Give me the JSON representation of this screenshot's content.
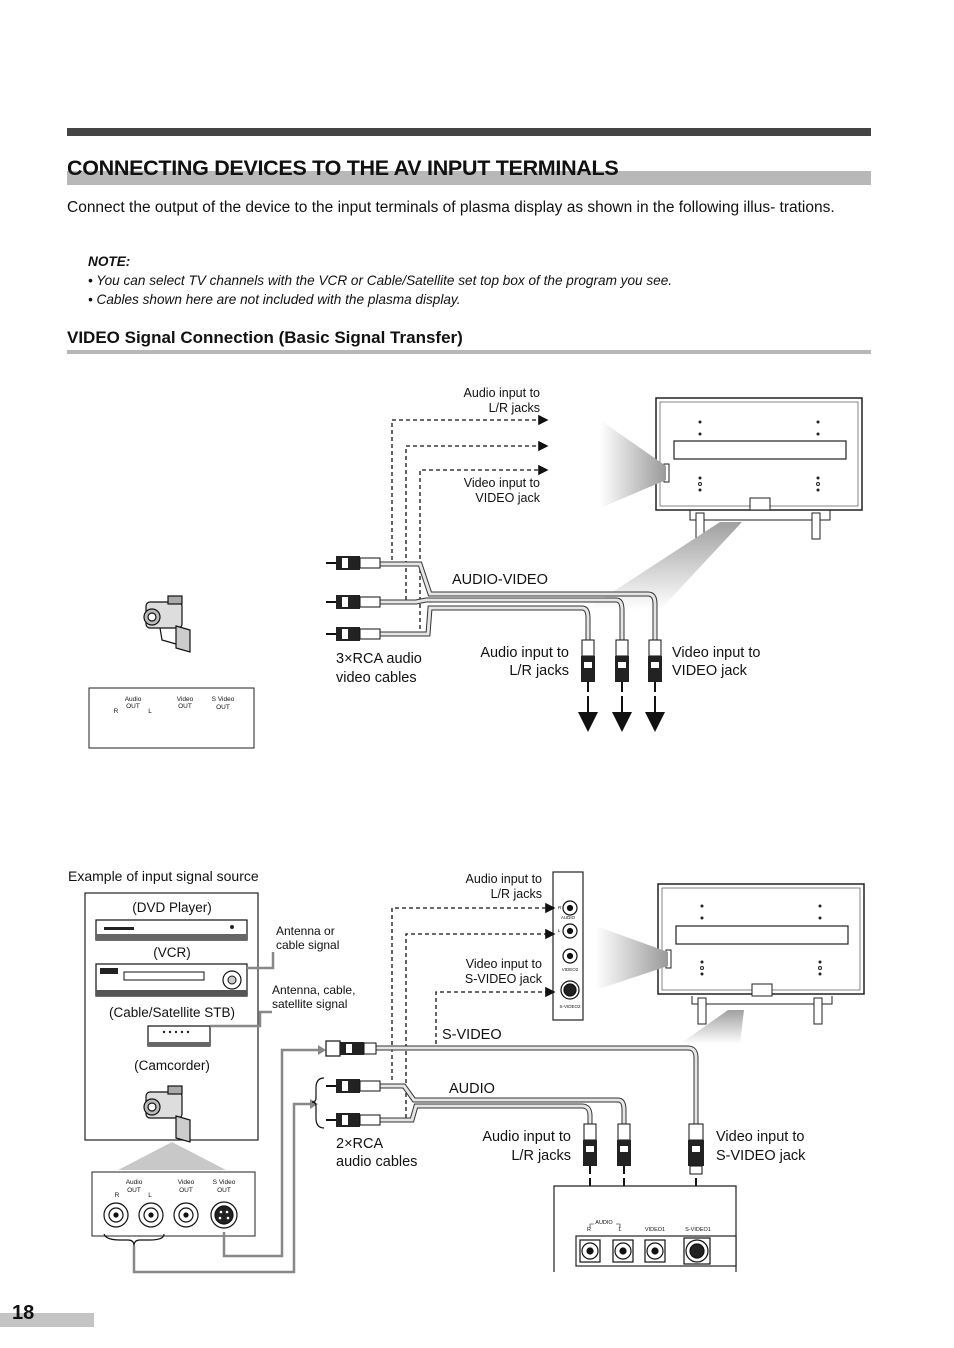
{
  "page": {
    "title": "CONNECTING DEVICES TO THE AV INPUT TERMINALS",
    "intro": "Connect the output of the device to the input terminals of plasma display as shown in the following illus- trations.",
    "note_heading": "NOTE:",
    "notes": [
      "• You can select TV channels with the VCR or Cable/Satellite set top box of the program you see.",
      "• Cables shown here are not included with the plasma display."
    ],
    "section_title": "VIDEO Signal Connection (Basic Signal Transfer)",
    "page_number": "18"
  },
  "diagram1": {
    "label_audio_input_top": [
      "Audio input to",
      "L/R jacks"
    ],
    "label_video_input_top": [
      "Video input to",
      "VIDEO jack"
    ],
    "label_audio_video": "AUDIO-VIDEO",
    "label_cables": [
      "3×RCA audio",
      "video cables"
    ],
    "label_audio_input": [
      "Audio input to",
      "L/R jacks"
    ],
    "label_video_input": [
      "Video input to",
      "VIDEO jack"
    ],
    "panel": {
      "audio": "Audio",
      "audio_out": "OUT",
      "r": "R",
      "l": "L",
      "video": "Video",
      "video_out": "OUT",
      "svideo": "S Video",
      "svideo_out": "OUT"
    }
  },
  "diagram2": {
    "label_example": "Example of input signal source",
    "label_dvd": "(DVD Player)",
    "label_vcr": "(VCR)",
    "label_stb": "(Cable/Satellite STB)",
    "label_camcorder": "(Camcorder)",
    "label_antenna": [
      "Antenna or",
      "cable signal"
    ],
    "label_antenna_cable": [
      "Antenna, cable,",
      "satellite signal"
    ],
    "label_audio_input_top": [
      "Audio input to",
      "L/R jacks"
    ],
    "label_svideo_input_top": [
      "Video input to",
      "S-VIDEO jack"
    ],
    "label_svideo": "S-VIDEO",
    "label_audio": "AUDIO",
    "label_cables": [
      "2×RCA",
      "audio cables"
    ],
    "label_audio_input": [
      "Audio input to",
      "L/R jacks"
    ],
    "label_svideo_input": [
      "Video input to",
      "S-VIDEO jack"
    ],
    "side_panel": {
      "r": "R",
      "audio": "AUDIO",
      "l": "L",
      "video2": "VIDEO2",
      "svideo2": "S-VIDEO2"
    },
    "source_panel": {
      "audio": "Audio",
      "audio_out": "OUT",
      "r": "R",
      "l": "L",
      "video": "Video",
      "video_out": "OUT",
      "svideo": "S Video",
      "svideo_out": "OUT"
    },
    "terminal_panel": {
      "audio": "AUDIO",
      "r": "R",
      "l": "L",
      "video1": "VIDEO1",
      "svideo1": "S-VIDEO1"
    }
  }
}
